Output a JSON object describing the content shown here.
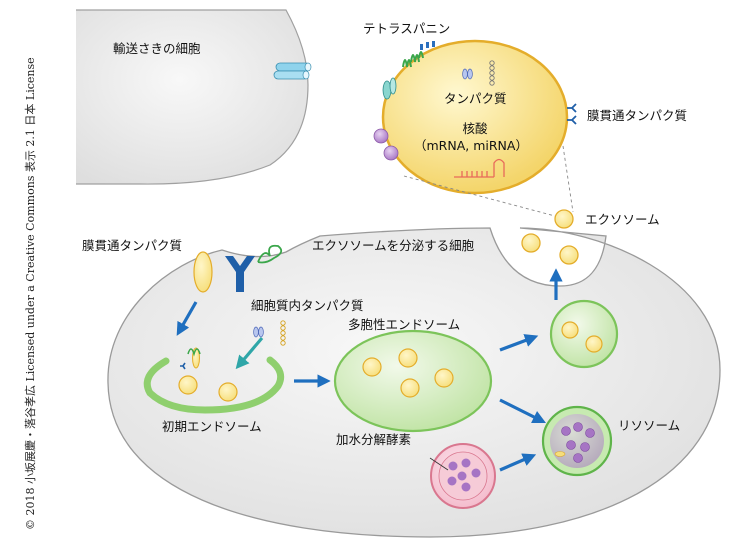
{
  "credit": "© 2018 小坂展慶・落谷孝広 Licensed under a Creative Commons 表示 2.1 日本 License",
  "labels": {
    "recipient_cell": "輸送さきの細胞",
    "tetraspanin": "テトラスパニン",
    "protein": "タンパク質",
    "nucleic_acid": "核酸",
    "nucleic_acid_types": "（mRNA, miRNA）",
    "membrane_protein_exosome": "膜貫通タンパク質",
    "exosome": "エクソソーム",
    "secreting_cell": "エクソソームを分泌する細胞",
    "membrane_protein_cell": "膜貫通タンパク質",
    "cytoplasmic_protein": "細胞質内タンパク質",
    "mvb": "多胞性エンドソーム",
    "early_endosome": "初期エンドソーム",
    "lysosome": "リソソーム",
    "hydrolase": "加水分解酵素"
  },
  "colors": {
    "cell_fill": "#eeeeee",
    "cell_stroke": "#999999",
    "exosome_fill": "#fbeea0",
    "exosome_stroke": "#e9b63a",
    "endosome_green": "#7cc45a",
    "endosome_fill": "#d6ecc0",
    "lysosome_purple": "#b98ad0",
    "hydrolase_pink": "#f2b3c3",
    "arrow_blue": "#1f6fbf",
    "arrow_teal": "#2fa6a8"
  },
  "icons": [
    "channel-icon",
    "tetraspanin-icon",
    "antibody-receptor-icon",
    "rna-hairpin-icon",
    "arrow-icon"
  ]
}
